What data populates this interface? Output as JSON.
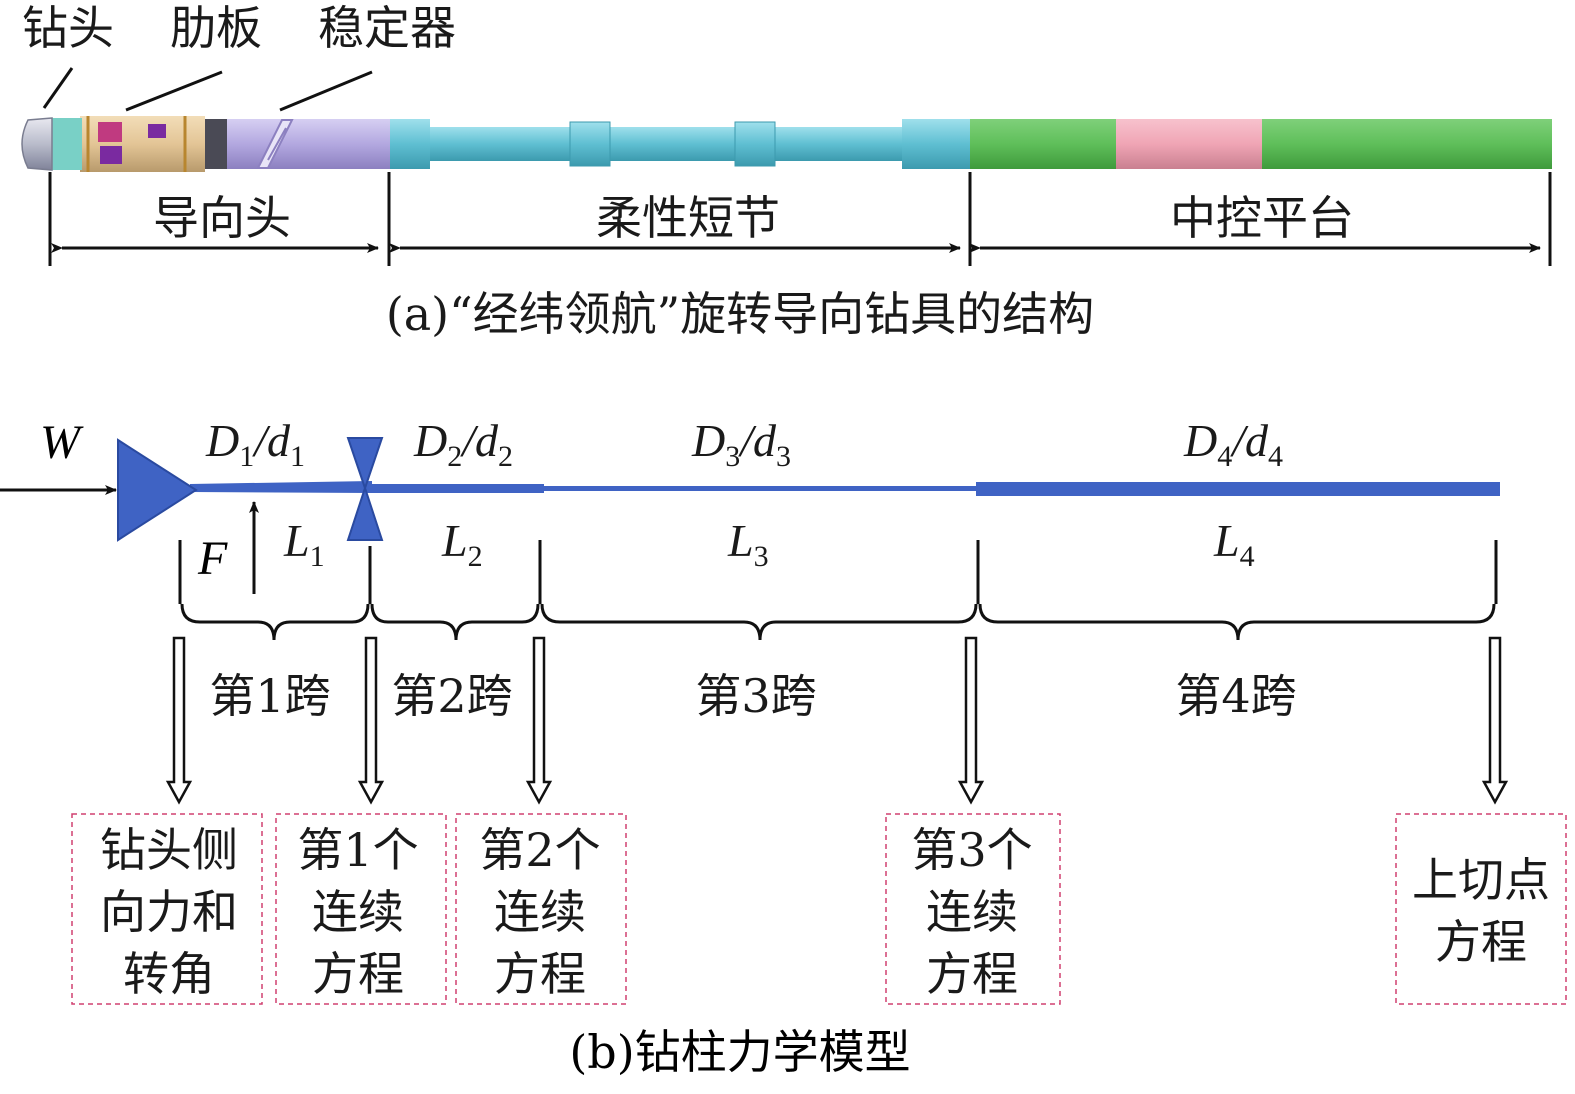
{
  "part_a": {
    "callouts": {
      "bit": "钻头",
      "rib": "肋板",
      "stabilizer": "稳定器"
    },
    "sections": {
      "guide_head": "导向头",
      "flex_sub": "柔性短节",
      "control_platform": "中控平台"
    },
    "caption": "(a)“经纬领航”旋转导向钻具的结构",
    "colors": {
      "guide_head": "#b3a8e0",
      "flex_sub": "#66c3d4",
      "platform_green": "#5fbf5a",
      "platform_pink": "#f0a5b5"
    }
  },
  "part_b": {
    "load_W": "W",
    "force_F": "F",
    "segments": [
      {
        "D": "D",
        "d": "d",
        "sub": "1",
        "L": "L",
        "Lsub": "1",
        "span": "第1跨"
      },
      {
        "D": "D",
        "d": "d",
        "sub": "2",
        "L": "L",
        "Lsub": "2",
        "span": "第2跨"
      },
      {
        "D": "D",
        "d": "d",
        "sub": "3",
        "L": "L",
        "Lsub": "3",
        "span": "第3跨"
      },
      {
        "D": "D",
        "d": "d",
        "sub": "4",
        "L": "L",
        "Lsub": "4",
        "span": "第4跨"
      }
    ],
    "boxes": {
      "b1": [
        "钻头侧",
        "向力和",
        "转角"
      ],
      "b2": [
        "第1个",
        "连续",
        "方程"
      ],
      "b3": [
        "第2个",
        "连续",
        "方程"
      ],
      "b4": [
        "第3个",
        "连续",
        "方程"
      ],
      "b5": [
        "上切点",
        "方程"
      ]
    },
    "caption": "(b)钻柱力学模型",
    "colors": {
      "beam": "#3f63c4",
      "box_border": "#d04070"
    }
  }
}
